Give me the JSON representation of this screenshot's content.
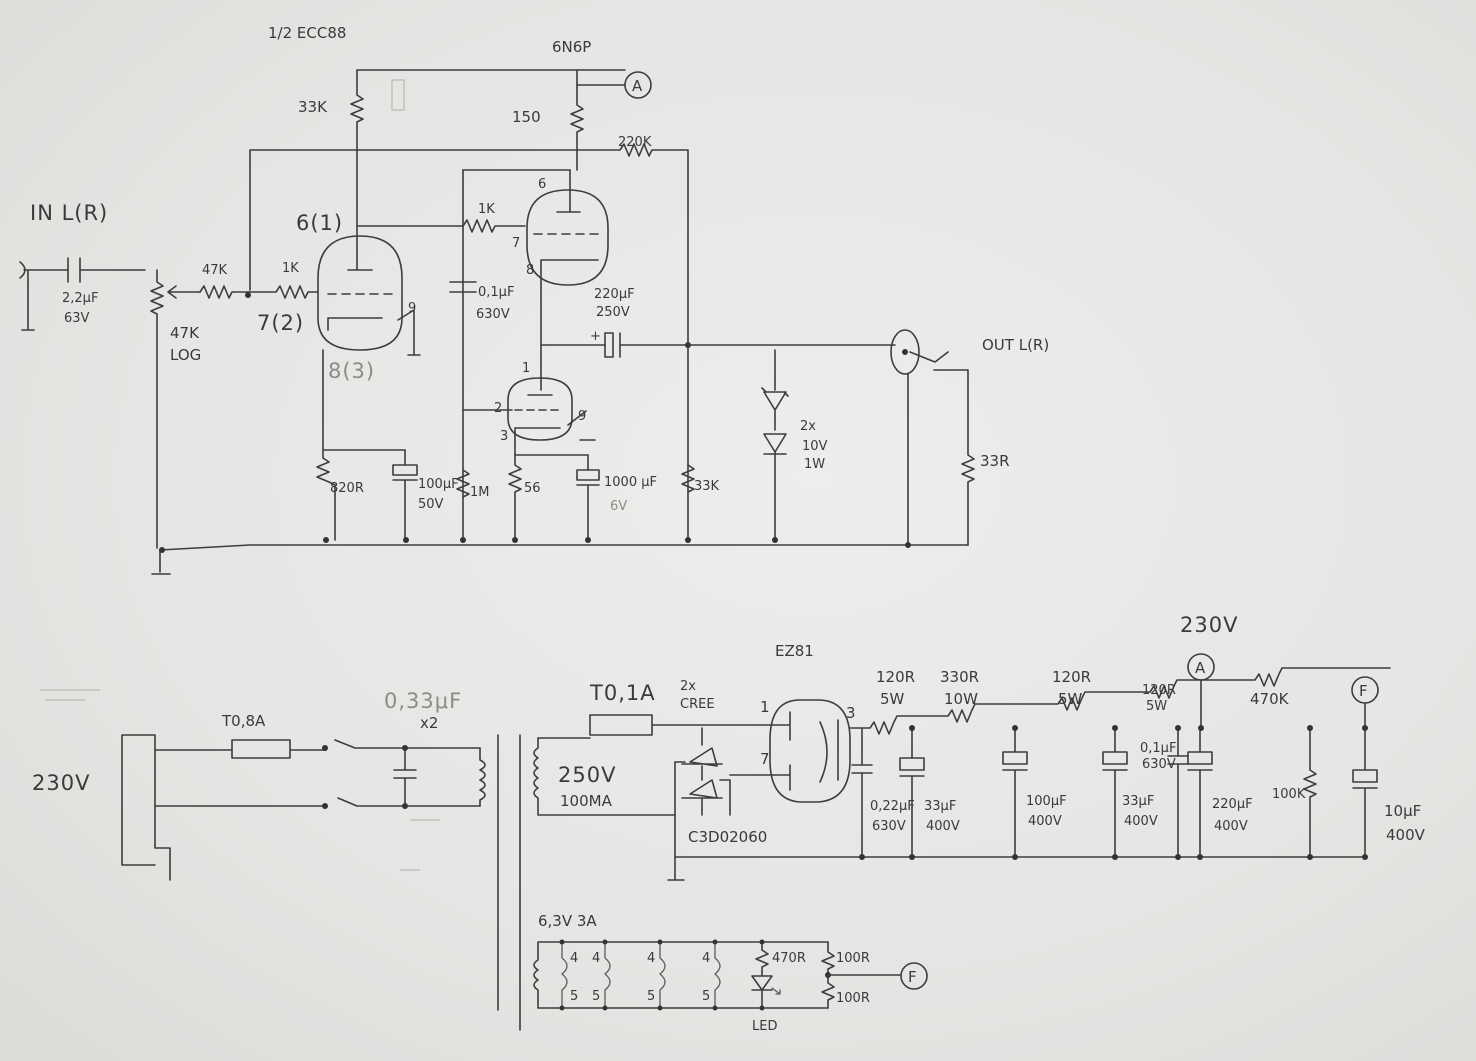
{
  "amplifier": {
    "tube1_title": "1/2 ECC88",
    "tube2_title": "6N6P",
    "input_label": "IN L(R)",
    "output_label": "OUT L(R)",
    "c_in_value": "2,2μF",
    "c_in_voltage": "63V",
    "pot_value": "47K",
    "pot_taper": "LOG",
    "r_series1": "47K",
    "r_series2": "1K",
    "r_plate": "33K",
    "r_top": "150",
    "r_feedback": "220K",
    "r_grid": "1K",
    "c_couple_value": "0,1μF",
    "c_couple_voltage": "630V",
    "c_out_value": "220μF",
    "c_out_voltage": "250V",
    "c_out_polarity": "+",
    "r_cathode1": "820R",
    "c_cathode1_value": "100μF",
    "c_cathode1_voltage": "50V",
    "r_1m": "1M",
    "r_56": "56",
    "c_cathode2_value": "1000 μF",
    "c_cathode2_voltage": "6V",
    "r_bleed": "33K",
    "zener_count": "2x",
    "zener_voltage": "10V",
    "zener_power": "1W",
    "r_load": "33R",
    "pin_plate1": "6(1)",
    "pin_grid1": "7(2)",
    "pin_cathode1": "8(3)",
    "pin_9a": "9",
    "pin_6": "6",
    "pin_7": "7",
    "pin_8": "8",
    "pin_1": "1",
    "pin_2": "2",
    "pin_3": "3",
    "pin_9b": "9",
    "node_a": "A"
  },
  "mains": {
    "voltage": "230V",
    "fuse": "T0,8A",
    "cap_value": "0,33μF",
    "cap_count": "x2"
  },
  "psu": {
    "tube": "EZ81",
    "fuse": "T0,1A",
    "diode_count": "2x",
    "diode_type": "CREE",
    "diode_part": "C3D02060",
    "secondary_voltage": "250V",
    "secondary_current": "100MA",
    "pin_1": "1",
    "pin_7": "7",
    "pin_3": "3",
    "r1_value": "120R",
    "r1_power": "5W",
    "r2_value": "330R",
    "r2_power": "10W",
    "r3_value": "120R",
    "r3_power": "5W",
    "r4_value": "120R",
    "r4_power": "5W",
    "r5_value": "470K",
    "r6_value": "100K",
    "c1_value": "0,22μF",
    "c1_voltage": "630V",
    "c2_value": "33μF",
    "c2_voltage": "400V",
    "c3_value": "100μF",
    "c3_voltage": "400V",
    "c4_value": "33μF",
    "c4_voltage": "400V",
    "c5_value": "0,1μF",
    "c5_voltage": "630V",
    "c6_value": "220μF",
    "c6_voltage": "400V",
    "c7_value": "10μF",
    "c7_voltage": "400V",
    "node_voltage": "230V",
    "node_a": "A",
    "node_f": "F"
  },
  "heater": {
    "supply": "6,3V 3A",
    "pin_4a": "4",
    "pin_5a": "5",
    "pin_4b": "4",
    "pin_5b": "5",
    "pin_4c": "4",
    "pin_5c": "5",
    "pin_4d": "4",
    "pin_5d": "5",
    "r_led": "470R",
    "led": "LED",
    "r_top": "100R",
    "r_bottom": "100R",
    "node_f": "F"
  }
}
